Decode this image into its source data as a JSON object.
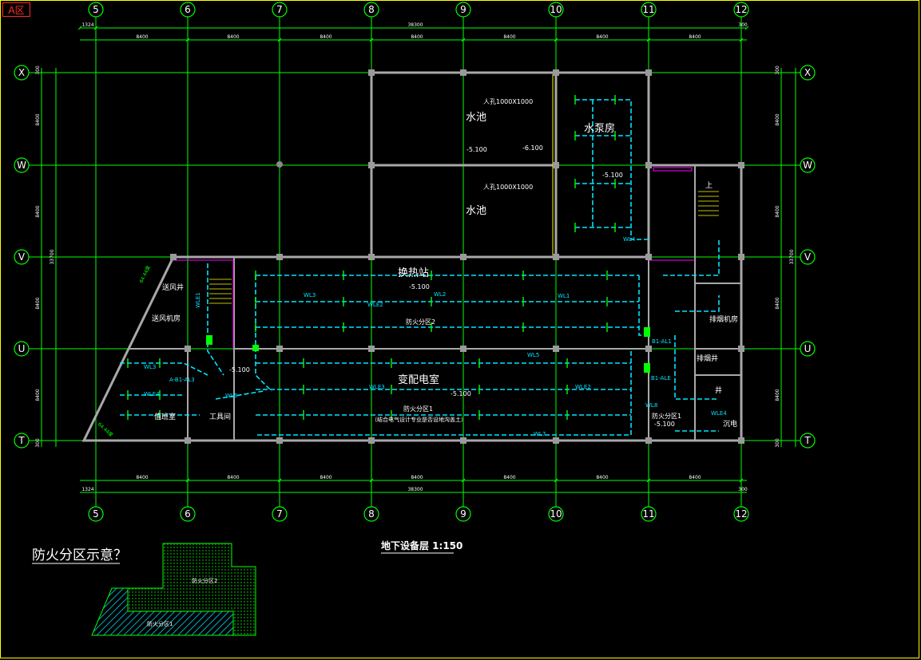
{
  "zone_tag": "A区",
  "colors": {
    "grid": "#00ff00",
    "wall": "#b0b0b0",
    "cable": "#00e5ff",
    "fixture": "#00ff00",
    "text": "#ffffff",
    "yellow": "#ffff00",
    "magenta": "#ff00ff",
    "background": "#000000"
  },
  "axes_columns": [
    "5",
    "6",
    "7",
    "8",
    "9",
    "10",
    "11",
    "12"
  ],
  "axes_rows": [
    "X",
    "W",
    "V",
    "U",
    "T"
  ],
  "dims": {
    "total": "38300",
    "bay": "8400",
    "edge_left": "1324",
    "edge_right": "300",
    "row_a": "8400",
    "row_b": "8400",
    "row_c": "8400",
    "row_d": "8400",
    "row_edge": "300",
    "total_v": "33700"
  },
  "rooms": {
    "pool1": "水池",
    "pool2": "水池",
    "pump": "水泵房",
    "heat": "换热站",
    "power": "变配电室",
    "fresh_air_well": "送风井",
    "fresh_air_room": "送风机房",
    "duty": "值班室",
    "tools": "工具间",
    "exhaust_room": "排烟机房",
    "exhaust_well": "排烟井",
    "stair_up": "上",
    "well": "井",
    "wet": "沉电"
  },
  "notes": {
    "pool_size1": "人孔1000X1000",
    "pool_size2": "人孔1000X1000",
    "lvl_pool": "-5.100",
    "lvl_pool2": "-6.100",
    "lvl_pump": "-5.100",
    "lvl_heat": "-5.100",
    "lvl_power": "-5.100",
    "lvl_left": "-5.100",
    "lvl_right": "-5.100",
    "fire2": "防火分区2",
    "fire1": "防火分区1",
    "fire1_note": "（结合电气设计专业是否设地沟盖土）",
    "fire_right": "防火分区1",
    "slope1": "64.44度",
    "slope2": "64.44度"
  },
  "circuits": {
    "wl1": "WL1",
    "wl2": "WL2",
    "wl3": "WL3",
    "wle2": "WLE2",
    "wle3": "WLE3",
    "wle4": "WLE4",
    "wl4": "WL4",
    "wl7": "WL7",
    "wl5": "WL5",
    "wl6": "WL6",
    "wl8": "WL8",
    "wle1": "WLE1",
    "panel_a": "A-B1-AL3",
    "panel_b": "B1-ALE",
    "panel_c": "B1-AL1"
  },
  "drawing_title": "地下设备层 1:150",
  "legend": {
    "title": "防火分区示意？",
    "zone2": "防火分区2",
    "zone1": "防火分区1"
  }
}
